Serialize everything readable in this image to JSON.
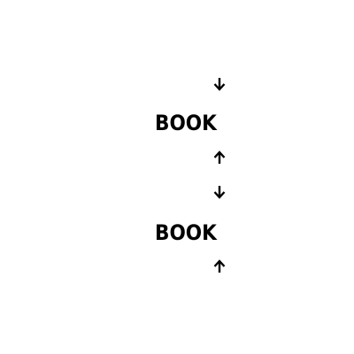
{
  "items": [
    {
      "kind": "arrow",
      "icon": "arrow-down-icon"
    },
    {
      "kind": "word",
      "text": "BOOK"
    },
    {
      "kind": "arrow",
      "icon": "arrow-up-icon"
    },
    {
      "kind": "arrow",
      "icon": "arrow-down-icon"
    },
    {
      "kind": "word",
      "text": "BOOK"
    },
    {
      "kind": "arrow",
      "icon": "arrow-up-icon"
    }
  ],
  "colors": {
    "background": "#ffffff",
    "foreground": "#000000"
  }
}
